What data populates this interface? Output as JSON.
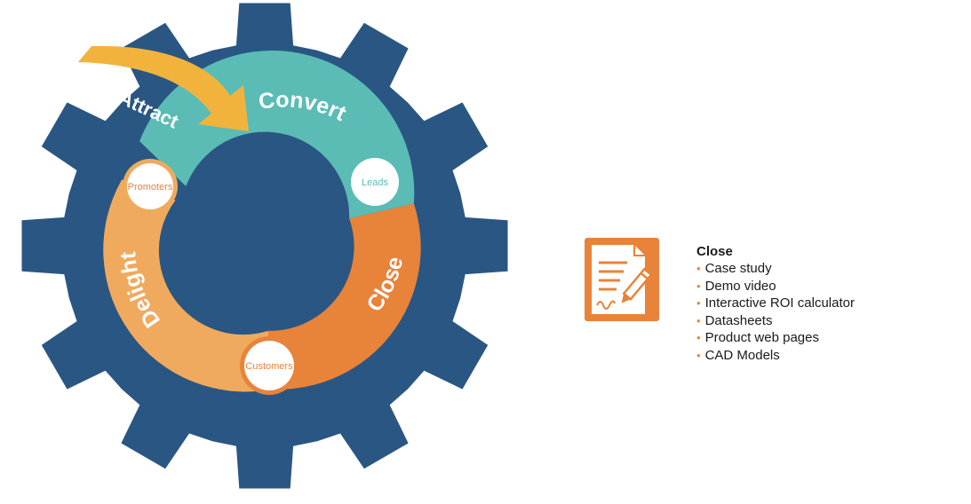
{
  "colors": {
    "gear": "#2a5683",
    "attract": "#f2b33d",
    "convert": "#5bbcb5",
    "close": "#e8833a",
    "delight": "#f0aa5e",
    "white": "#ffffff",
    "bullet": "#e8893c"
  },
  "stages": {
    "attract": "Attract",
    "convert": "Convert",
    "close": "Close",
    "delight": "Delight"
  },
  "nodes": {
    "promoters": "Promoters",
    "leads": "Leads",
    "customers": "Customers"
  },
  "panel": {
    "icon": "document-pen-icon",
    "title": "Close",
    "items": [
      "Case study",
      "Demo video",
      "Interactive ROI calculator",
      "Datasheets",
      "Product web pages",
      "CAD Models"
    ]
  }
}
